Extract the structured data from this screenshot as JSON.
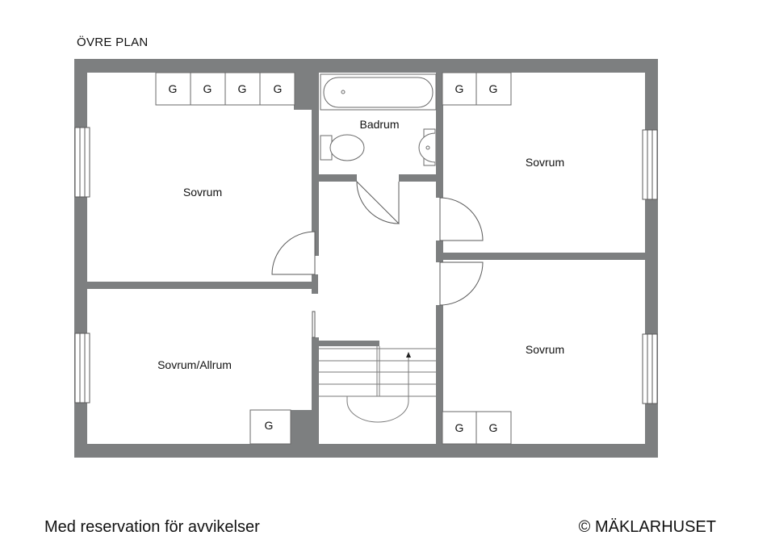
{
  "header": {
    "plan_title": "ÖVRE PLAN"
  },
  "rooms": {
    "bedroom_top_left": "Sovrum",
    "bedroom_top_right": "Sovrum",
    "bedroom_bottom_right": "Sovrum",
    "bedroom_bottom_left": "Sovrum/Allrum",
    "bathroom": "Badrum"
  },
  "wardrobe_label": "G",
  "footer": {
    "disclaimer": "Med reservation för avvikelser",
    "copyright": "© MÄKLARHUSET"
  },
  "colors": {
    "wall": "#7d7f80",
    "line": "#5a5a5a",
    "background": "#ffffff"
  }
}
